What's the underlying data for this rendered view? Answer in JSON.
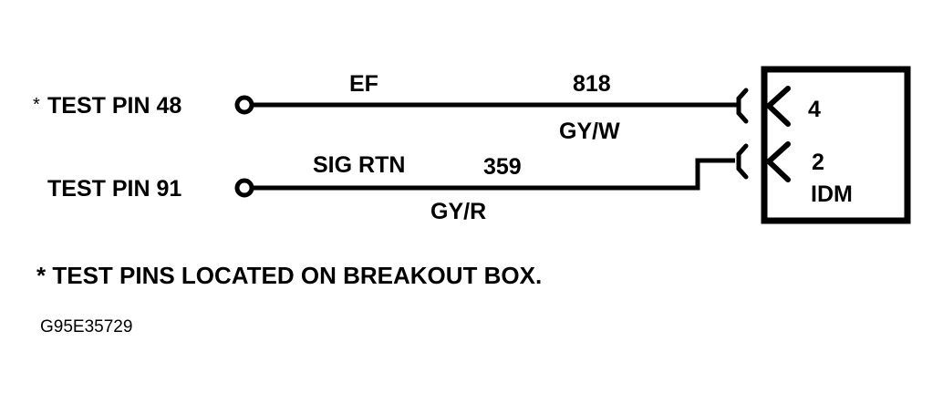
{
  "diagram": {
    "test_pins": [
      {
        "label": "*TEST PIN 48",
        "asterisk": "*",
        "name": "TEST PIN 48"
      },
      {
        "label": "TEST PIN 91",
        "name": "TEST PIN 91"
      }
    ],
    "wires": [
      {
        "circuit_name": "EF",
        "circuit_number": "818",
        "color": "GY/W",
        "connector_pin": "4"
      },
      {
        "circuit_name": "SIG RTN",
        "circuit_number": "359",
        "color": "GY/R",
        "connector_pin": "2"
      }
    ],
    "component": {
      "name": "IDM"
    },
    "footnote": "* TEST PINS LOCATED ON BREAKOUT BOX.",
    "figure_id": "G95E35729",
    "colors": {
      "line": "#000000",
      "background": "#ffffff"
    }
  }
}
